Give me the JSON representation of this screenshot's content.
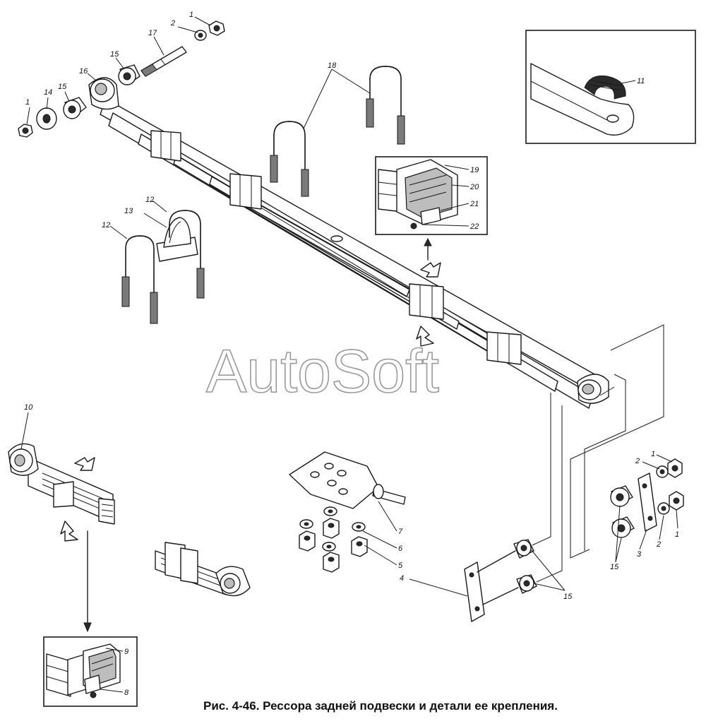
{
  "watermark": "AutoSoft",
  "caption": "Рис. 4-46. Рессора задней подвески и детали ее крепления.",
  "callouts": {
    "n1": "1",
    "n2": "2",
    "n3": "3",
    "n4": "4",
    "n5": "5",
    "n6": "6",
    "n7": "7",
    "n8": "8",
    "n9": "9",
    "n10": "10",
    "n11": "11",
    "n12": "12",
    "n13": "13",
    "n14": "14",
    "n15": "15",
    "n16": "16",
    "n17": "17",
    "n18": "18",
    "n19": "19",
    "n20": "20",
    "n21": "21",
    "n22": "22"
  }
}
